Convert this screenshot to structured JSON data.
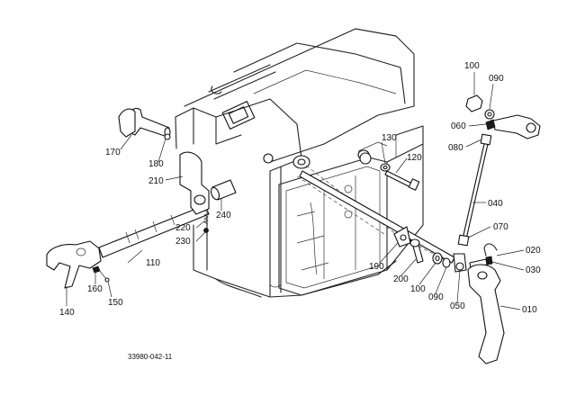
{
  "diagram": {
    "drawing_number": "33980-042-11",
    "callouts": [
      "100",
      "090",
      "060",
      "080",
      "130",
      "120",
      "170",
      "180",
      "210",
      "240",
      "220",
      "230",
      "040",
      "070",
      "020",
      "030",
      "190",
      "200",
      "100",
      "090",
      "050",
      "010",
      "110",
      "140",
      "160",
      "150"
    ]
  }
}
